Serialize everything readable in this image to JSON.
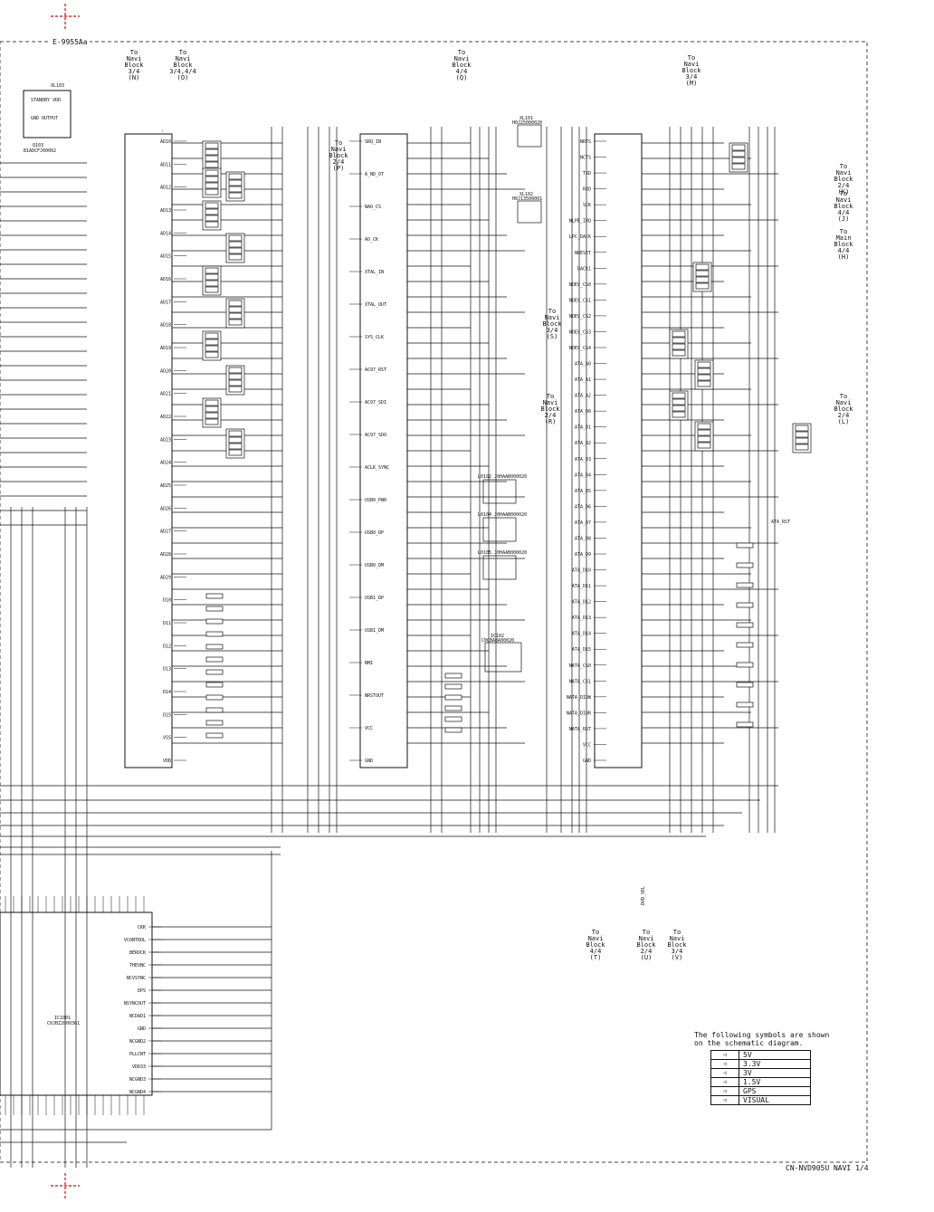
{
  "drawing_id": "E-9955Aa",
  "page_ref": "CN-NVD905U NAVI 1/4",
  "legend": {
    "title": "The following symbols are shown on the schematic diagram.",
    "rows": [
      {
        "symbol": "5V",
        "label": "5V"
      },
      {
        "symbol": "3.3V",
        "label": "3.3V"
      },
      {
        "symbol": "3V",
        "label": "3V"
      },
      {
        "symbol": "1.5V",
        "label": "1.5V"
      },
      {
        "symbol": "GPS",
        "label": "GPS"
      },
      {
        "symbol": "VISUAL",
        "label": "VISUAL"
      }
    ]
  },
  "connectors": {
    "top_a": {
      "text": [
        "To",
        "Navi",
        "Block",
        "3/4",
        "(N)"
      ]
    },
    "top_b": {
      "text": [
        "To",
        "Navi",
        "Block",
        "3/4,4/4",
        "(O)"
      ]
    },
    "top_c": {
      "text": [
        "To",
        "Navi",
        "Block",
        "4/4",
        "(Q)"
      ]
    },
    "top_d": {
      "text": [
        "To",
        "Navi",
        "Block",
        "3/4",
        "(M)"
      ]
    },
    "mid_p": {
      "text": [
        "To",
        "Navi",
        "Block",
        "2/4",
        "(P)"
      ]
    },
    "navi_s": {
      "text": [
        "To",
        "Navi",
        "Block",
        "3/4",
        "(S)"
      ]
    },
    "navi_r": {
      "text": [
        "To",
        "Navi",
        "Block",
        "2/4",
        "(R)"
      ]
    },
    "right_1": {
      "text": [
        "To",
        "Navi",
        "Block",
        "2/4",
        "(K)"
      ]
    },
    "right_2": {
      "text": [
        "To",
        "Navi",
        "Block",
        "4/4",
        "(J)"
      ]
    },
    "right_3": {
      "text": [
        "To",
        "Main",
        "Block",
        "4/4",
        "(H)"
      ]
    },
    "right_4": {
      "text": [
        "To",
        "Navi",
        "Block",
        "2/4",
        "(L)"
      ]
    },
    "bot_1": {
      "text": [
        "To",
        "Navi",
        "Block",
        "4/4",
        "(T)"
      ]
    },
    "bot_2": {
      "text": [
        "To",
        "Navi",
        "Block",
        "2/4",
        "(U)"
      ]
    },
    "bot_3": {
      "text": [
        "To",
        "Navi",
        "Block",
        "3/4",
        "(V)"
      ]
    }
  },
  "chips": {
    "ic_left_a": {
      "pins": [
        "AD10",
        "AD11",
        "AD12",
        "AD13",
        "AD14",
        "AD15",
        "AD16",
        "AD17",
        "AD18",
        "AD19",
        "AD20",
        "AD21",
        "AD22",
        "AD23",
        "AD24",
        "AD25",
        "AD26",
        "AD27",
        "AD28",
        "AD29",
        "D10",
        "D11",
        "D12",
        "D13",
        "D14",
        "D15",
        "VSS",
        "VDD"
      ]
    },
    "ic_mid": {
      "pins": [
        "SRQ_IN",
        "A_ND_OT",
        "NAO_CS",
        "AO_CK",
        "XTAL_IN",
        "XTAL_OUT",
        "SYS_CLK",
        "AC97_RST",
        "AC97_SDI",
        "AC97_SDO",
        "ACLK_SYNC",
        "USB0_PWR",
        "USB0_DP",
        "USB0_DM",
        "USB1_DP",
        "USB1_DM",
        "NMI",
        "NRSTOUT",
        "VCC",
        "GND"
      ]
    },
    "ic_right": {
      "pins": [
        "NRTS",
        "NCTS",
        "TXD",
        "RXD",
        "SCK",
        "NLPE_IRQ",
        "LPC_DACK",
        "NRESET",
        "DACK1",
        "NDEV_CS0",
        "NDEV_CS1",
        "NDEV_CS2",
        "NDEV_CS3",
        "NDEV_CS4",
        "ATA_A0",
        "ATA_A1",
        "ATA_A2",
        "ATA_D0",
        "ATA_D1",
        "ATA_D2",
        "ATA_D3",
        "ATA_D4",
        "ATA_D5",
        "ATA_D6",
        "ATA_D7",
        "ATA_D8",
        "ATA_D9",
        "ATA_D10",
        "ATA_D11",
        "ATA_D12",
        "ATA_D13",
        "ATA_D14",
        "ATA_D15",
        "NATA_CS0",
        "NATA_CS1",
        "NATA_DIOW",
        "NATA_DIOR",
        "NATA_RST",
        "VCC",
        "GND"
      ]
    },
    "ic_bottom": {
      "name": "IC1001",
      "part": "C0JBZ2000361",
      "pins": [
        "CKK",
        "VCONTROL",
        "BEROCK",
        "THEVNC",
        "NCVSYNC",
        "DPS",
        "NSYNCOUT",
        "NCDAD1",
        "GND",
        "NCGND2",
        "PLLCNT",
        "VDD33",
        "NCGND3",
        "NCGND4"
      ]
    }
  },
  "labels": {
    "crystal1": "XL101",
    "crystal1_part": "H0J25000020",
    "crystal2": "XL102",
    "crystal2_part": "H0J13500001",
    "ic102": "IC102",
    "ic102_part": "C0CBABA00020",
    "filter1": "L0102 J0HAAB000020",
    "filter2": "L0104 J0HAAB000020",
    "filter3": "L0105 J0HAAB000020",
    "ic_top_left": "XL103",
    "ic_top_left2": "STANDBY VDD",
    "ic_top_left3": "GND OUTPUT",
    "q_label": "Q103",
    "q_part": "B1ADCFJ00002",
    "atareset": "ATA_RST",
    "dvdsel": "DVD_SEL"
  }
}
